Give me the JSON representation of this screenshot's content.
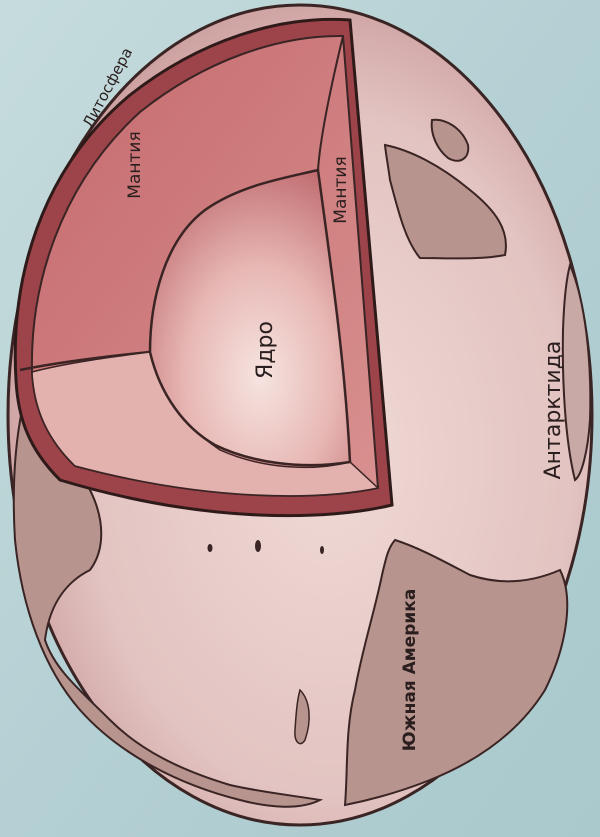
{
  "labels": {
    "lithosphere": "Литосфера",
    "mantle_outer": "Мантия",
    "mantle_inner": "Мантия",
    "core": "Ядро",
    "antarctica": "Антарктида",
    "south_america": "Южная Америка"
  },
  "colors": {
    "background": "#b9d3d6",
    "globe_surface": "#dfc2c0",
    "crust": "#9b4448",
    "mantle": "#cd7b7d",
    "core_light": "#f2dcd9",
    "core_dark": "#c87c7e",
    "land": "#b79a97",
    "outline": "#3a2424"
  }
}
